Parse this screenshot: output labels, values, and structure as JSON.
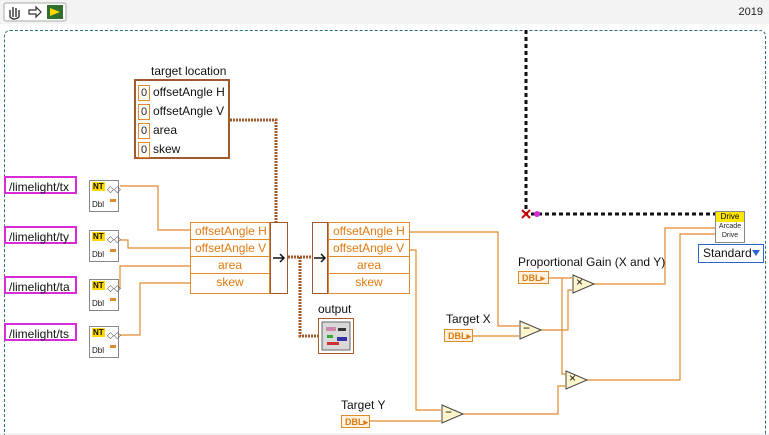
{
  "toolbar": {
    "hand_icon": "hand-icon",
    "arrow_icon": "arrow-right-icon",
    "play_icon": "labview-run-icon",
    "version": "2019"
  },
  "cluster": {
    "label": "target location",
    "fields": [
      {
        "value": "0",
        "name": "offsetAngle H"
      },
      {
        "value": "0",
        "name": "offsetAngle V"
      },
      {
        "value": "0",
        "name": "area"
      },
      {
        "value": "0",
        "name": "skew"
      }
    ]
  },
  "nt_inputs": [
    {
      "path": "/limelight/tx",
      "nt": "NT",
      "type": "Dbl"
    },
    {
      "path": "/limelight/ty",
      "nt": "NT",
      "type": "Dbl"
    },
    {
      "path": "/limelight/ta",
      "nt": "NT",
      "type": "Dbl"
    },
    {
      "path": "/limelight/ts",
      "nt": "NT",
      "type": "Dbl"
    }
  ],
  "bundle": {
    "rows": [
      "offsetAngle H",
      "offsetAngle V",
      "area",
      "skew"
    ]
  },
  "unbundle": {
    "rows": [
      "offsetAngle H",
      "offsetAngle V",
      "area",
      "skew"
    ]
  },
  "indicator": {
    "label": "output"
  },
  "controls": {
    "gain": {
      "label": "Proportional Gain (X and Y)",
      "type": "DBL"
    },
    "target_x": {
      "label": "Target X",
      "type": "DBL"
    },
    "target_y": {
      "label": "Target Y",
      "type": "DBL"
    }
  },
  "ops": {
    "subtract": "−",
    "multiply": "×"
  },
  "drive_vi": {
    "title": "Drive",
    "line1": "Arcade",
    "line2": "Drive"
  },
  "drive_mode": {
    "selected": "Standard"
  },
  "colors": {
    "wire_orange": "#e08a2c",
    "wire_brown": "#a05a2c",
    "nt_pink": "#d82cd8",
    "struct_teal": "#2d6c7a",
    "enum_blue": "#2a66c8"
  }
}
